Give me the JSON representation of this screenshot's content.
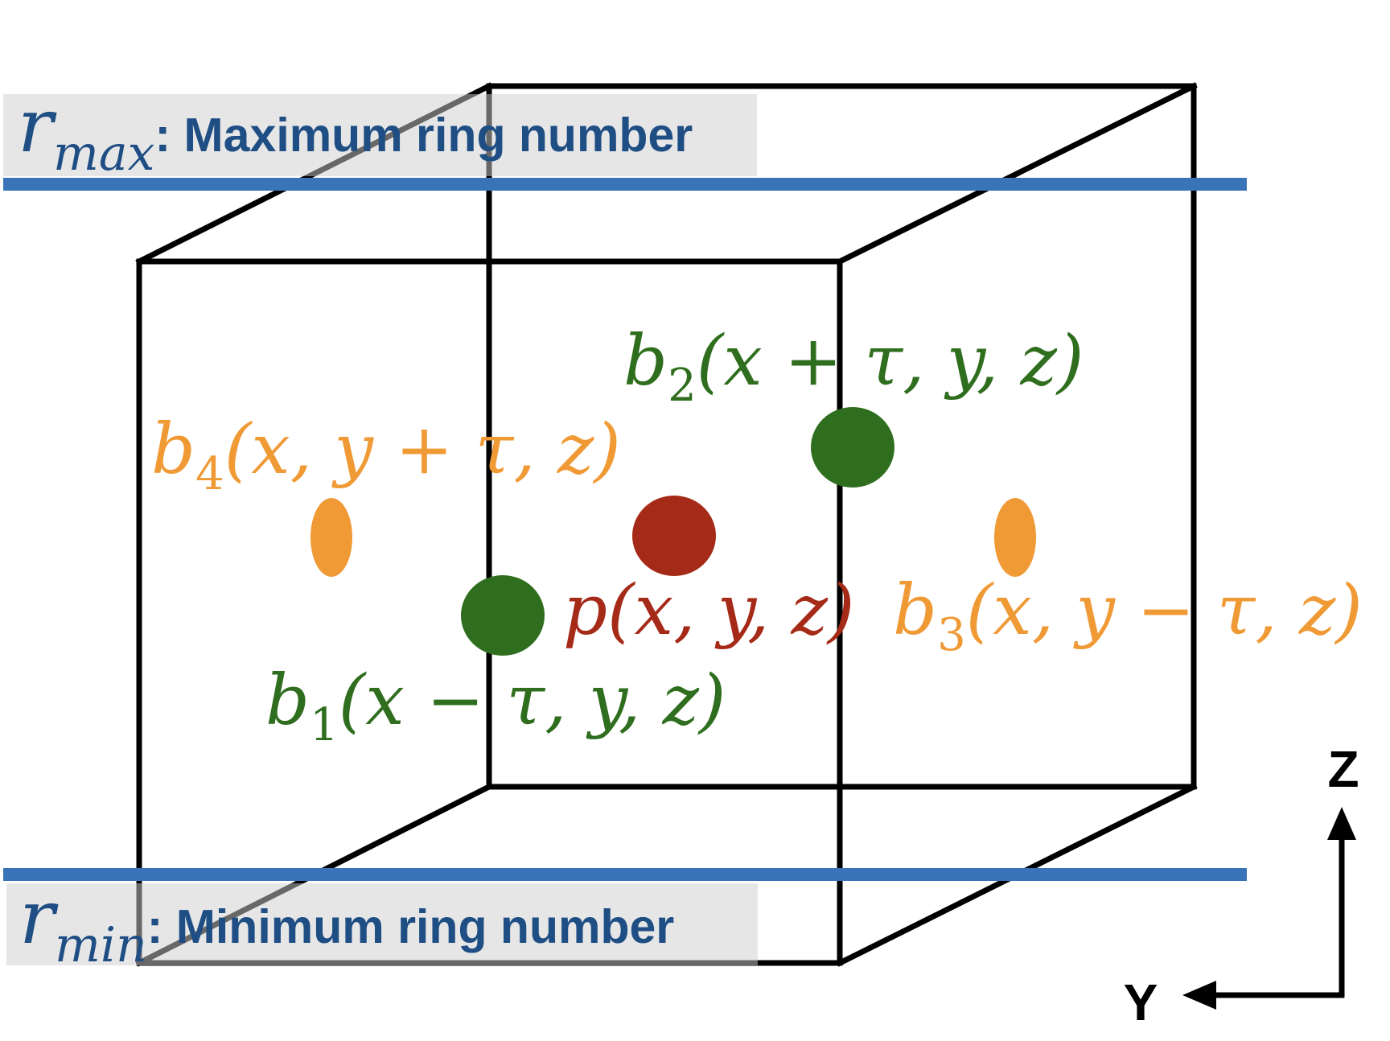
{
  "colors": {
    "box_line": "#000000",
    "ring_line": "#3a74b8",
    "label_bg": "#e6e6e6",
    "label_text": "#1f4e84",
    "green": "#2f6e1e",
    "red": "#a52a17",
    "orange": "#f09a36"
  },
  "ring_max": {
    "symbol": "r",
    "subscript": "max",
    "text": ": Maximum ring number"
  },
  "ring_min": {
    "symbol": "r",
    "subscript": "min",
    "text": ": Minimum ring number"
  },
  "points": {
    "p": {
      "name": "p",
      "sub": "",
      "args": "(x, y, z)"
    },
    "b1": {
      "name": "b",
      "sub": "1",
      "args": "(x − τ, y, z)"
    },
    "b2": {
      "name": "b",
      "sub": "2",
      "args": "(x + τ, y, z)"
    },
    "b3": {
      "name": "b",
      "sub": "3",
      "args": "(x, y − τ, z)"
    },
    "b4": {
      "name": "b",
      "sub": "4",
      "args": "(x, y + τ, z)"
    }
  },
  "axes": {
    "z_label": "Z",
    "y_label": "Y"
  }
}
